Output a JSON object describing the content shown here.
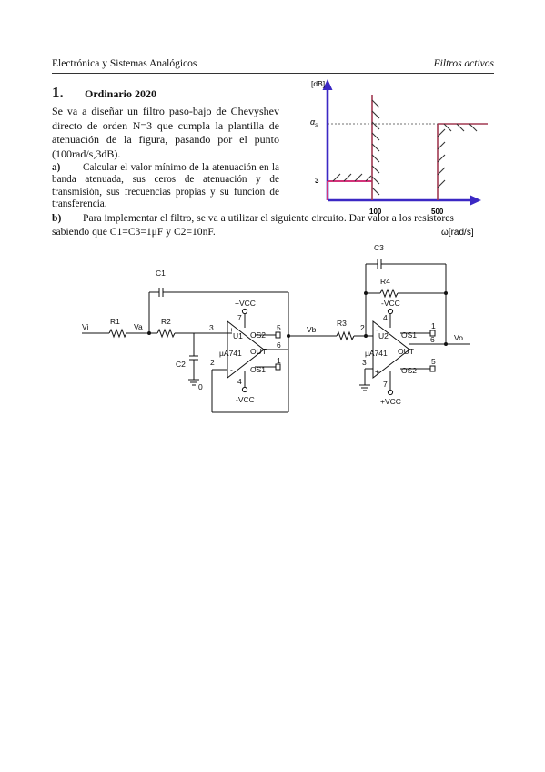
{
  "header": {
    "left": "Electrónica y Sistemas Analógicos",
    "right": "Filtros activos"
  },
  "problem": {
    "number": "1.",
    "title": "Ordinario 2020",
    "intro": "Se va a diseñar un filtro paso-bajo de Chevyshev directo de orden N=3 que cumpla la plantilla de atenuación de la figura, pasando por el punto (100rad/s,3dB).",
    "part_a_label": "a)",
    "part_a": "Calcular el valor mínimo de la atenuación en la banda atenuada, sus ceros de atenuación y de transmisión, sus frecuencias propias y su función de transferencia.",
    "part_b_label": "b)",
    "part_b": "Para implementar el filtro, se va a utilizar el siguiente circuito. Dar valor a los resistores sabiendo que C1=C3=1μF y C2=10nF.",
    "omega_label": "ω[rad/s]"
  },
  "template_plot": {
    "y_unit": "[dB]",
    "alpha_label": "αs",
    "y_tick": "3",
    "x_tick_1": "100",
    "x_tick_2": "500",
    "colors": {
      "axis": "#3b28c4",
      "pass": "#d4337a",
      "stop": "#a23a52",
      "hatch": "#333333"
    }
  },
  "circuit": {
    "C1": "C1",
    "C2": "C2",
    "C3": "C3",
    "R1": "R1",
    "R2": "R2",
    "R3": "R3",
    "R4": "R4",
    "Vi": "Vi",
    "Va": "Va",
    "Vb": "Vb",
    "Vo": "Vo",
    "U1": "U1",
    "U2": "U2",
    "opamp": "µA741",
    "vcc_pos": "+VCC",
    "vcc_neg": "-VCC",
    "os1": "OS1",
    "os2": "OS2",
    "out": "OUT",
    "ground": "0",
    "pins": {
      "p1": "1",
      "p2": "2",
      "p3": "3",
      "p4": "4",
      "p5": "5",
      "p6": "6",
      "p7": "7"
    }
  }
}
